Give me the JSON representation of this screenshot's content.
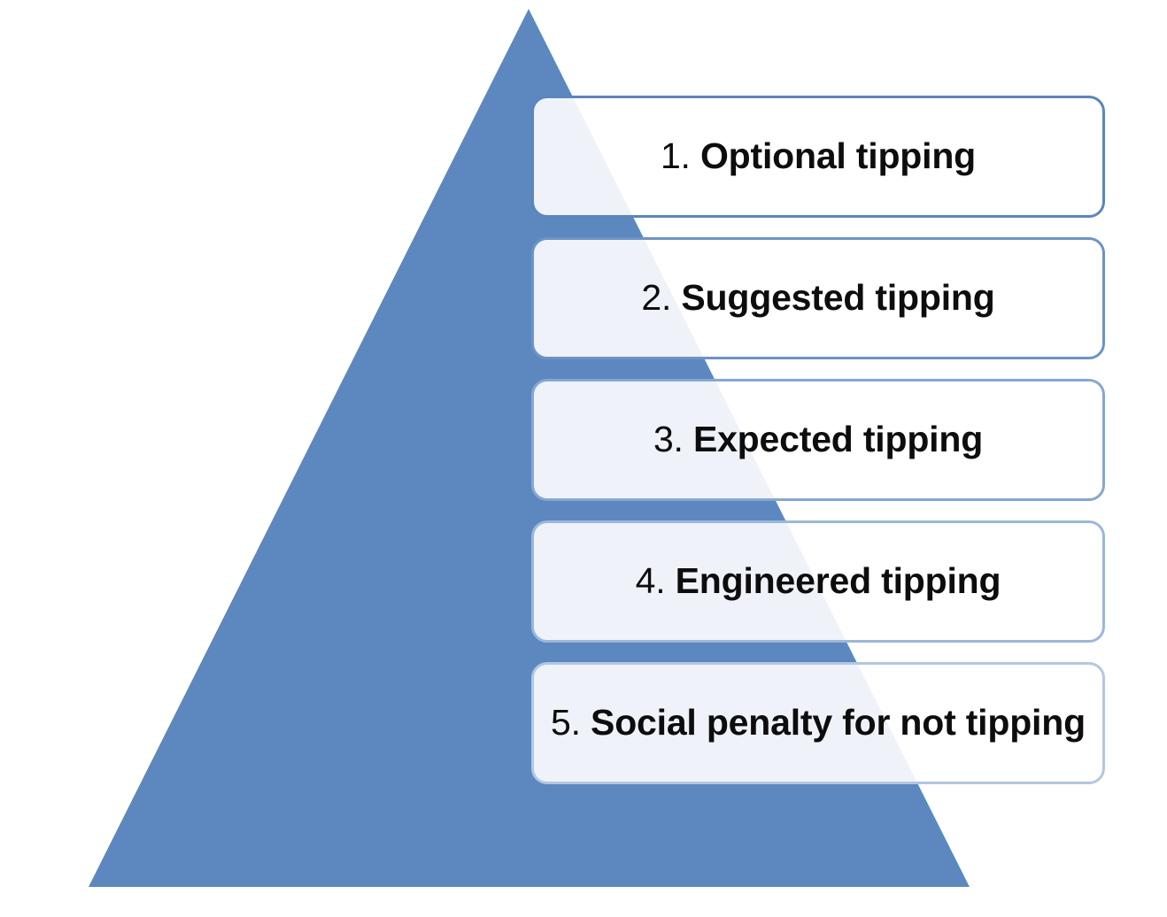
{
  "diagram": {
    "type": "pyramid",
    "shape_name": "tipping-escalation-pyramid",
    "colors": {
      "pyramid_fill": "#5c88bf",
      "canvas_background": "#ffffff",
      "box_fill_over_pyramid": "#edf2f7",
      "box_fill_outside": "#fcfdfe",
      "box_border_top": "#5b85bd",
      "box_border_bottom": "#b3c7e2",
      "text": "#0d0d0d"
    },
    "levels": [
      {
        "number": "1.",
        "text": "Optional tipping"
      },
      {
        "number": "2.",
        "text": "Suggested tipping"
      },
      {
        "number": "3.",
        "text": "Expected tipping"
      },
      {
        "number": "4.",
        "text": "Engineered tipping"
      },
      {
        "number": "5.",
        "text": "Social penalty for not tipping"
      }
    ]
  }
}
